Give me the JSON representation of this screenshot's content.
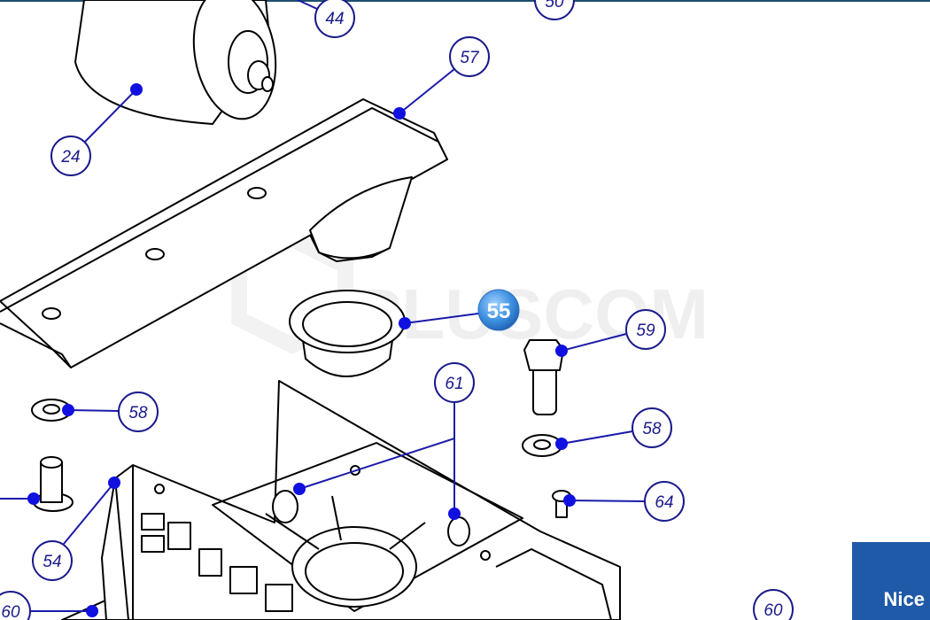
{
  "diagram": {
    "watermark": "PLUSCOM",
    "brand_logo": "Nice",
    "highlight_color": "#3d8fe0",
    "callout_color": "#1a1a8c",
    "callouts": [
      "44",
      "50",
      "57",
      "24",
      "55",
      "59",
      "61",
      "58",
      "58",
      "64",
      "54",
      "60",
      "60"
    ],
    "highlighted_callout": "55"
  }
}
